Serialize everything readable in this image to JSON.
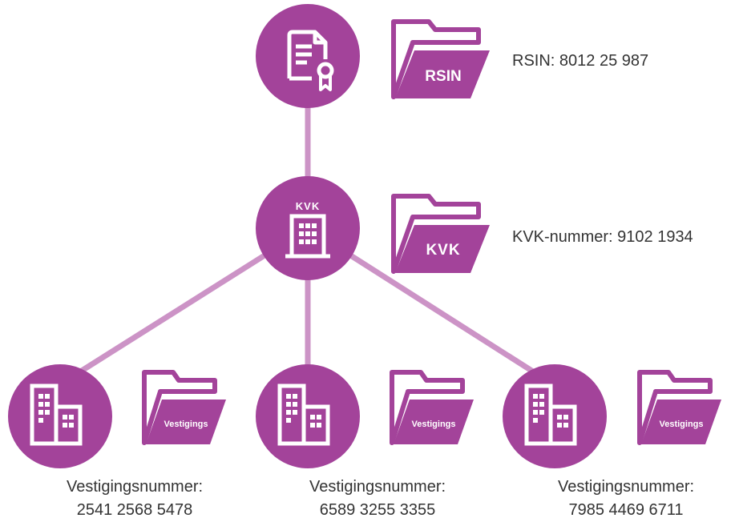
{
  "colors": {
    "accent": "#A3439A",
    "connector": "#CC93C6",
    "text": "#333333",
    "background": "#FFFFFF"
  },
  "nodes": {
    "rsin": {
      "icon": "certificate-icon",
      "folder_label": "RSIN",
      "text": "RSIN: 8012 25 987"
    },
    "kvk": {
      "badge": "KVK",
      "icon": "office-building-icon",
      "folder_label": "KVK",
      "text": "KVK-nummer: 9102 1934"
    },
    "vestigingen": [
      {
        "icon": "buildings-icon",
        "folder_label": "Vestigings",
        "line1": "Vestigingsnummer:",
        "line2": "2541 2568 5478"
      },
      {
        "icon": "buildings-icon",
        "folder_label": "Vestigings",
        "line1": "Vestigingsnummer:",
        "line2": "6589 3255 3355"
      },
      {
        "icon": "buildings-icon",
        "folder_label": "Vestigings",
        "line1": "Vestigingsnummer:",
        "line2": "7985 4469 6711"
      }
    ]
  }
}
